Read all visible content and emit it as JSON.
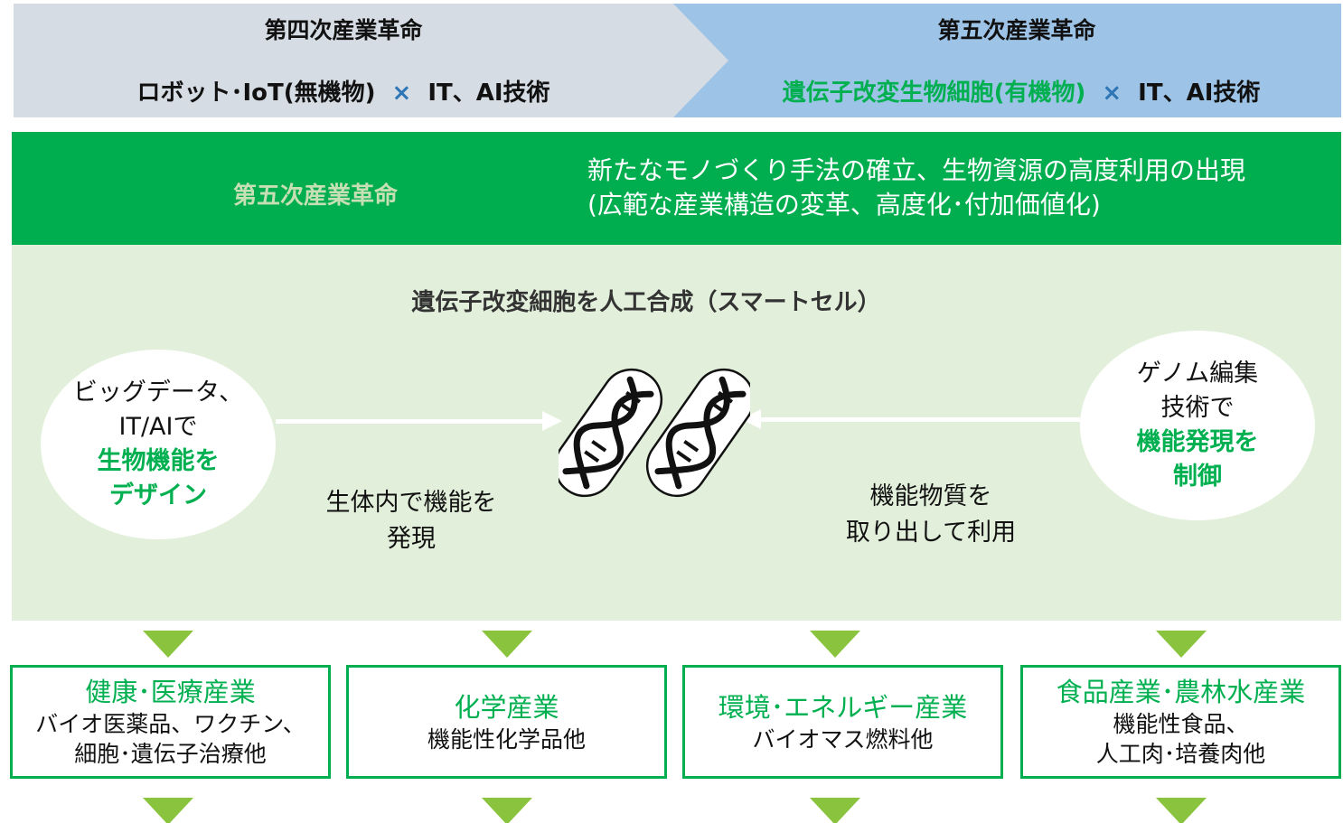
{
  "top_band": {
    "left": {
      "title": "第四次産業革命",
      "formula_main": "ロボット･IoT(無機物)",
      "times": "×",
      "formula_tech": "IT、AI技術"
    },
    "right": {
      "title": "第五次産業革命",
      "formula_main": "遺伝子改変生物細胞(有機物)",
      "times": "×",
      "formula_tech": "IT、AI技術"
    }
  },
  "header_bar": {
    "title": "第五次産業革命",
    "desc_line1": "新たなモノづくり手法の確立、生物資源の高度利用の出現",
    "desc_line2": "(広範な産業構造の変革、高度化･付加価値化)"
  },
  "panel": {
    "title": "遺伝子改変細胞を人工合成（スマートセル）",
    "left_circle": {
      "line1": "ビッグデータ、",
      "line2": "IT/AIで",
      "highlight1": "生物機能を",
      "highlight2": "デザイン"
    },
    "right_circle": {
      "line1": "ゲノム編集",
      "line2": "技術で",
      "highlight1": "機能発現を",
      "highlight2": "制御"
    },
    "left_label": {
      "line1": "生体内で機能を",
      "line2": "発現"
    },
    "right_label": {
      "line1": "機能物質を",
      "line2": "取り出して利用"
    },
    "cell_icon": "dna-cell-icon"
  },
  "industries": [
    {
      "title": "健康･医療産業",
      "sub1": "バイオ医薬品、ワクチン、",
      "sub2": "細胞･遺伝子治療他"
    },
    {
      "title": "化学産業",
      "sub1": "機能性化学品他",
      "sub2": ""
    },
    {
      "title": "環境･エネルギー産業",
      "sub1": "バイオマス燃料他",
      "sub2": ""
    },
    {
      "title": "食品産業･農林水産業",
      "sub1": "機能性食品、",
      "sub2": "人工肉･培養肉他"
    }
  ],
  "colors": {
    "dark_green": "#00ad4f",
    "light_green_panel": "#e2efda",
    "highlight_green": "#00b050",
    "arrow_green": "#8ac43f",
    "band_grey": "#d6dce4",
    "band_blue": "#9dc3e6",
    "times_blue": "#2e75b6"
  }
}
